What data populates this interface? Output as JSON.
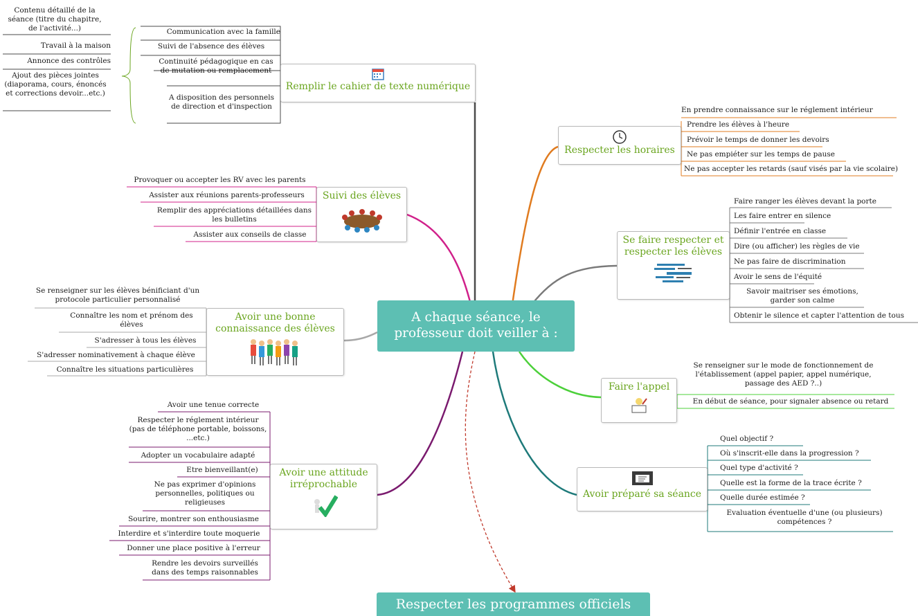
{
  "colors": {
    "central": "#5dbfb3",
    "cahier": "#4a4a4a",
    "horaires": "#e07b1f",
    "suivi": "#d0208a",
    "respect": "#7a7a7a",
    "connaissance": "#a8a8a8",
    "appel": "#4cd03a",
    "attitude": "#7a1a6e",
    "seance": "#1e7a7a",
    "topic_text": "#6aa51f",
    "arrow": "#c0392b"
  },
  "central": {
    "label": "A chaque séance, le professeur doit veiller à :"
  },
  "programmes": {
    "label": "Respecter les programmes officiels"
  },
  "topics": {
    "cahier": {
      "label": "Remplir le cahier de texte numérique",
      "icon": "calendar-icon",
      "items": [
        "Communication avec la famille",
        "Suivi de l'absence des élèves",
        "Continuité pédagogique en cas de mutation ou remplacement",
        "A disposition des personnels de direction et d'inspection"
      ],
      "subitems": [
        "Contenu détaillé de la séance (titre du chapitre, de l'activité...)",
        "Travail à la maison",
        "Annonce des contrôles",
        "Ajout des pièces jointes (diaporama, cours, énoncés et corrections devoir...etc.)"
      ]
    },
    "horaires": {
      "label": "Respecter les horaires",
      "icon": "clock-icon",
      "items": [
        "En prendre connaissance sur le réglement intérieur",
        "Prendre les élèves à l'heure",
        "Prévoir le temps de donner les devoirs",
        "Ne pas empiéter sur les temps de pause",
        "Ne pas accepter les retards (sauf visés par la vie scolaire)"
      ]
    },
    "suivi": {
      "label": "Suivi des élèves",
      "icon": "class-meeting-icon",
      "items": [
        "Provoquer ou accepter les RV avec les parents",
        "Assister aux réunions parents-professeurs",
        "Remplir des appréciations détaillées dans les bulletins",
        "Assister aux conseils de classe"
      ]
    },
    "respect": {
      "label": "Se faire respecter et respecter les élèves",
      "icon": "word-cloud-icon",
      "items": [
        "Faire ranger les élèves devant la porte",
        "Les faire entrer en silence",
        "Définir l'entrée en classe",
        "Dire (ou afficher) les règles de vie",
        "Ne pas faire de discrimination",
        "Avoir le sens de l'équité",
        "Savoir maitriser ses émotions, garder son calme",
        "Obtenir le silence et capter l'attention de tous"
      ]
    },
    "connaissance": {
      "label": "Avoir une bonne connaissance des élèves",
      "icon": "people-icon",
      "items": [
        "Se renseigner sur les élèves bénificiant d'un protocole particulier personnalisé",
        "Connaître les nom et prénom des élèves",
        "S'adresser à tous les élèves",
        "S'adresser nominativement à chaque élève",
        "Connaître les situations particulières"
      ]
    },
    "appel": {
      "label": "Faire l'appel",
      "icon": "writing-icon",
      "items": [
        "Se renseigner sur le mode de fonctionnement de l'établissement (appel papier, appel numérique, passage des AED ?..)",
        "En début de séance, pour signaler absence ou retard"
      ]
    },
    "attitude": {
      "label": "Avoir une attitude irréprochable",
      "icon": "checkmark-icon",
      "items": [
        "Avoir une tenue correcte",
        "Respecter le réglement intérieur (pas de téléphone portable, boissons, ...etc.)",
        "Adopter un vocabulaire adapté",
        "Etre bienveillant(e)",
        "Ne pas exprimer d'opinions personnelles, politiques ou religieuses",
        "Sourire, montrer son enthousiasme",
        "Interdire et s'interdire toute moquerie",
        "Donner une place positive à l'erreur",
        "Rendre les devoirs surveillés dans des temps raisonnables"
      ]
    },
    "seance": {
      "label": "Avoir préparé sa séance",
      "icon": "notebook-icon",
      "items": [
        "Quel objectif ?",
        "Où s'inscrit-elle dans la progression ?",
        "Quel type d'activité ?",
        "Quelle est la forme de la trace écrite ?",
        "Quelle durée estimée ?",
        "Evaluation éventuelle d'une (ou plusieurs) compétences ?"
      ]
    }
  }
}
